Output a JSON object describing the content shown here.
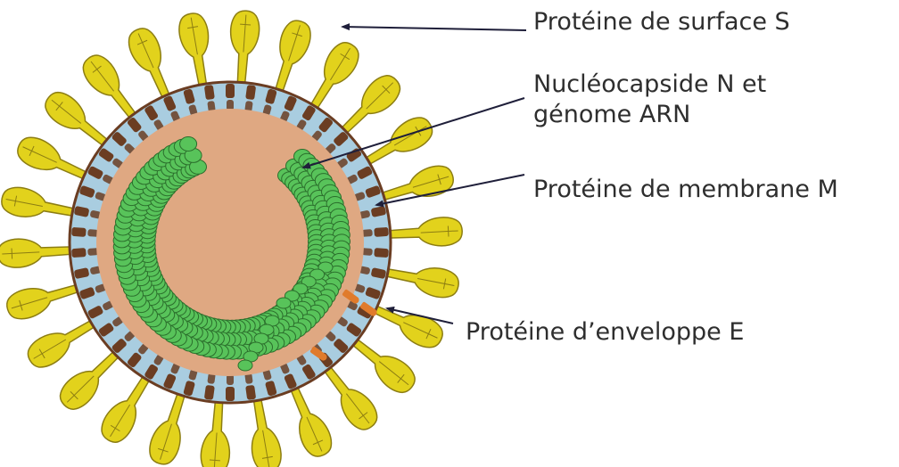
{
  "labels": {
    "surface": "Protéine de surface S",
    "nucleocapsid_line1": "Nucléocapside N et",
    "nucleocapsid_line2": "génome ARN",
    "membrane": "Protéine de membrane M",
    "envelope": "Protéine d’enveloppe E"
  },
  "colors": {
    "spike": "#e2d21c",
    "spike_outline": "#8c7d12",
    "membrane_brown": "#6b3d22",
    "membrane_blue": "#a9cde0",
    "nucleocapsid_green": "#58c35a",
    "nucleocapsid_outline": "#2b6e2c",
    "interior": "#dfa882",
    "envelope_protein": "#e07b2c",
    "arrow": "#1f1f3a"
  }
}
